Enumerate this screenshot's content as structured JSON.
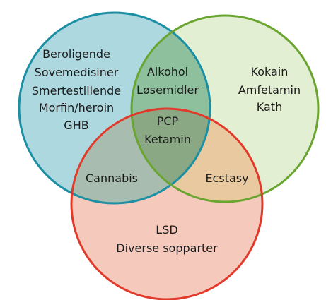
{
  "colors": {
    "blue_fill": "#aed8e0",
    "blue_stroke": "#1b8fa3",
    "green_fill": "#e3efd2",
    "green_stroke": "#6ba531",
    "red_fill": "#f6c9bd",
    "red_stroke": "#e23a2a"
  },
  "regions": {
    "blue_only": [
      "Beroligende",
      "Sovemedisiner",
      "Smertestillende",
      "Morfin/heroin",
      "GHB"
    ],
    "green_only": [
      "Kokain",
      "Amfetamin",
      "Kath"
    ],
    "red_only": [
      "LSD",
      "Diverse sopparter"
    ],
    "blue_green": [
      "Alkohol",
      "Løsemidler"
    ],
    "blue_red": [
      "Cannabis"
    ],
    "green_red": [
      "Ecstasy"
    ],
    "center": [
      "PCP",
      "Ketamin"
    ]
  }
}
